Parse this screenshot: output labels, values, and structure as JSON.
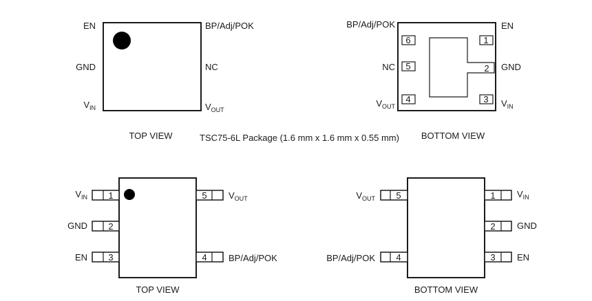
{
  "package_caption": "TSC75-6L Package (1.6 mm x 1.6 mm x 0.55 mm)",
  "tsc75": {
    "top_view": {
      "caption": "TOP VIEW",
      "labels": {
        "en": "EN",
        "gnd": "GND",
        "vin_main": "V",
        "vin_sub": "IN",
        "bp": "BP/Adj/POK",
        "nc": "NC",
        "vout_main": "V",
        "vout_sub": "OUT"
      }
    },
    "bottom_view": {
      "caption": "BOTTOM  VIEW",
      "left_labels": {
        "bp": "BP/Adj/POK",
        "nc": "NC",
        "vout_main": "V",
        "vout_sub": "OUT"
      },
      "right_labels": {
        "en": "EN",
        "gnd": "GND",
        "vin_main": "V",
        "vin_sub": "IN"
      },
      "pins": {
        "p1": "1",
        "p2": "2",
        "p3": "3",
        "p4": "4",
        "p5": "5",
        "p6": "6"
      }
    }
  },
  "sot5": {
    "top_view": {
      "caption": "TOP VIEW",
      "left_labels": {
        "vin_main": "V",
        "vin_sub": "IN",
        "gnd": "GND",
        "en": "EN"
      },
      "right_labels": {
        "vout_main": "V",
        "vout_sub": "OUT",
        "bp": "BP/Adj/POK"
      },
      "pins": {
        "p1": "1",
        "p2": "2",
        "p3": "3",
        "p4": "4",
        "p5": "5"
      }
    },
    "bottom_view": {
      "caption": "BOTTOM VIEW",
      "left_labels": {
        "vout_main": "V",
        "vout_sub": "OUT",
        "bp": "BP/Adj/POK"
      },
      "right_labels": {
        "vin_main": "V",
        "vin_sub": "IN",
        "gnd": "GND",
        "en": "EN"
      },
      "pins": {
        "p1": "1",
        "p2": "2",
        "p3": "3",
        "p4": "4",
        "p5": "5"
      }
    }
  }
}
